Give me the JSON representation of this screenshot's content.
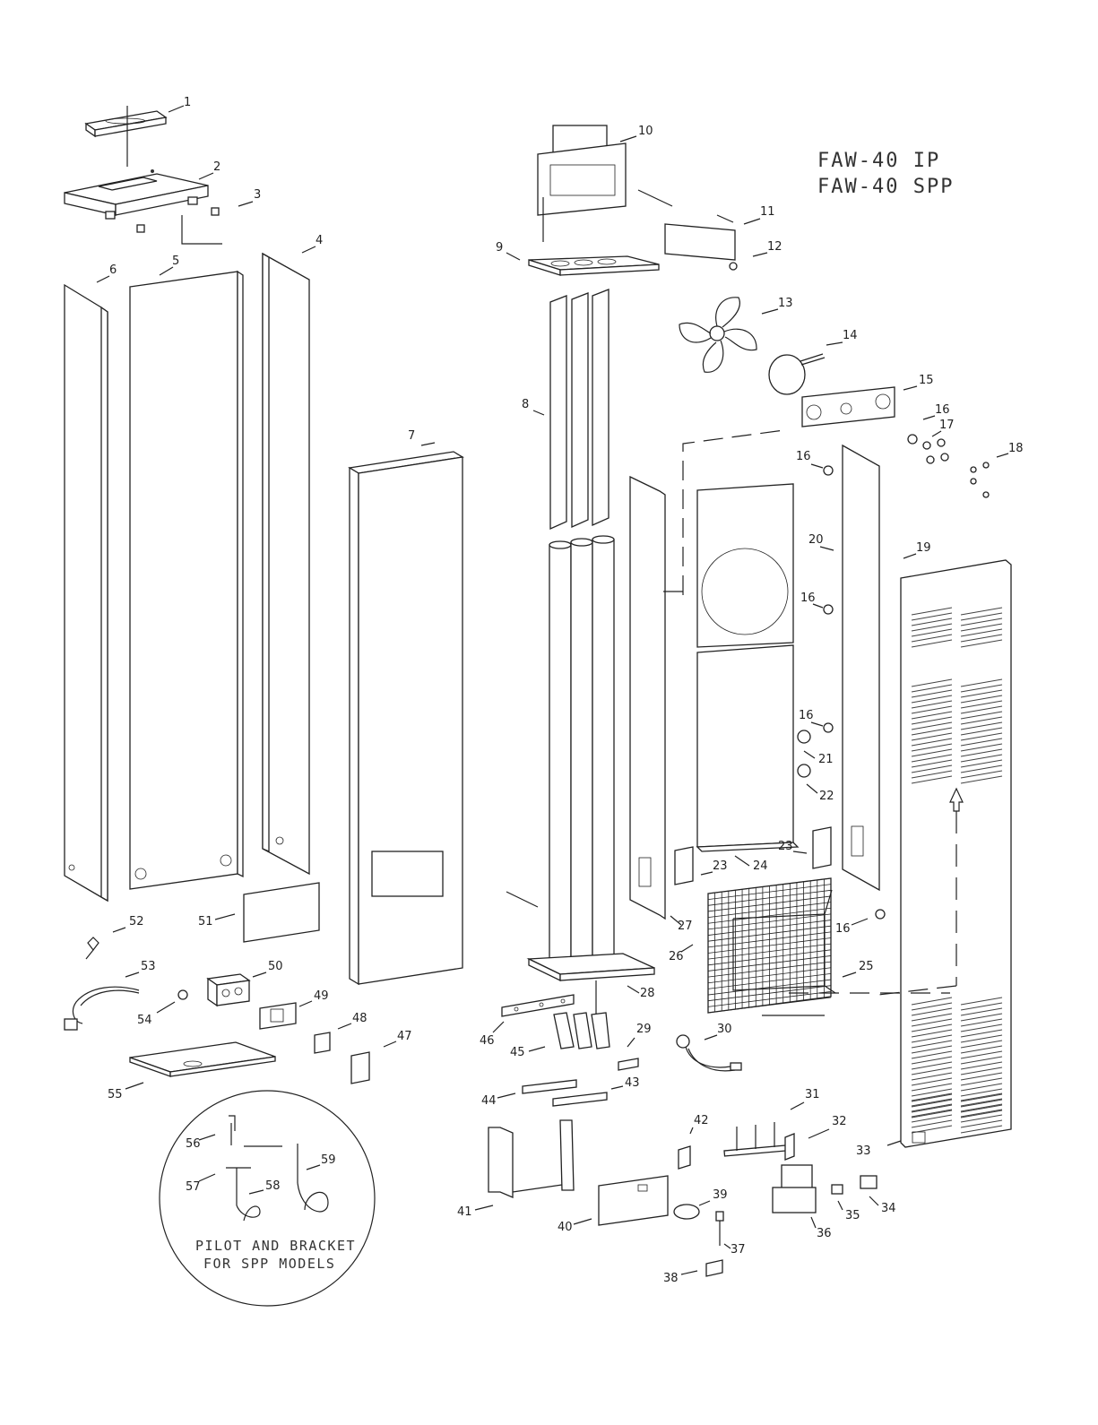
{
  "title": {
    "line1": "FAW-40 IP",
    "line2": "FAW-40 SPP"
  },
  "inset": {
    "line1": "PILOT AND BRACKET",
    "line2": "FOR SPP MODELS"
  },
  "callouts": [
    {
      "n": "1"
    },
    {
      "n": "2"
    },
    {
      "n": "3"
    },
    {
      "n": "4"
    },
    {
      "n": "5"
    },
    {
      "n": "6"
    },
    {
      "n": "7"
    },
    {
      "n": "8"
    },
    {
      "n": "9"
    },
    {
      "n": "10"
    },
    {
      "n": "11"
    },
    {
      "n": "12"
    },
    {
      "n": "13"
    },
    {
      "n": "14"
    },
    {
      "n": "15"
    },
    {
      "n": "16"
    },
    {
      "n": "16"
    },
    {
      "n": "16"
    },
    {
      "n": "16"
    },
    {
      "n": "16"
    },
    {
      "n": "17"
    },
    {
      "n": "18"
    },
    {
      "n": "19"
    },
    {
      "n": "20"
    },
    {
      "n": "21"
    },
    {
      "n": "22"
    },
    {
      "n": "23"
    },
    {
      "n": "23"
    },
    {
      "n": "24"
    },
    {
      "n": "25"
    },
    {
      "n": "26"
    },
    {
      "n": "27"
    },
    {
      "n": "28"
    },
    {
      "n": "29"
    },
    {
      "n": "30"
    },
    {
      "n": "31"
    },
    {
      "n": "32"
    },
    {
      "n": "33"
    },
    {
      "n": "34"
    },
    {
      "n": "35"
    },
    {
      "n": "36"
    },
    {
      "n": "37"
    },
    {
      "n": "38"
    },
    {
      "n": "39"
    },
    {
      "n": "40"
    },
    {
      "n": "41"
    },
    {
      "n": "42"
    },
    {
      "n": "43"
    },
    {
      "n": "44"
    },
    {
      "n": "45"
    },
    {
      "n": "46"
    },
    {
      "n": "47"
    },
    {
      "n": "48"
    },
    {
      "n": "49"
    },
    {
      "n": "50"
    },
    {
      "n": "51"
    },
    {
      "n": "52"
    },
    {
      "n": "53"
    },
    {
      "n": "54"
    },
    {
      "n": "55"
    },
    {
      "n": "56"
    },
    {
      "n": "57"
    },
    {
      "n": "58"
    },
    {
      "n": "59"
    }
  ]
}
